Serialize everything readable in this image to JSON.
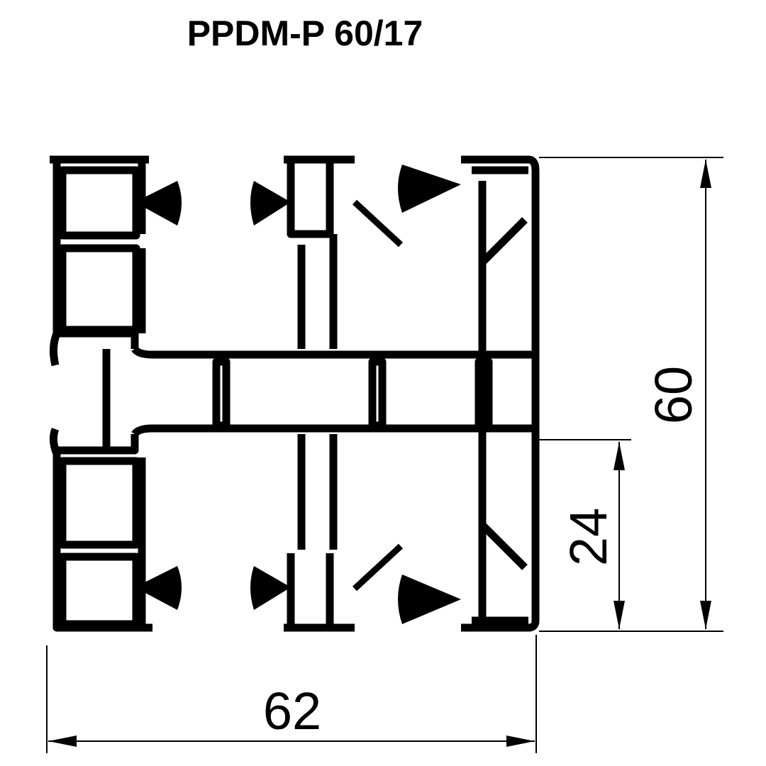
{
  "title": "PPDM-P 60/17",
  "dimensions": {
    "height_total": "60",
    "height_partial": "24",
    "width_total": "62"
  },
  "colors": {
    "line": "#000000",
    "background": "#ffffff"
  }
}
